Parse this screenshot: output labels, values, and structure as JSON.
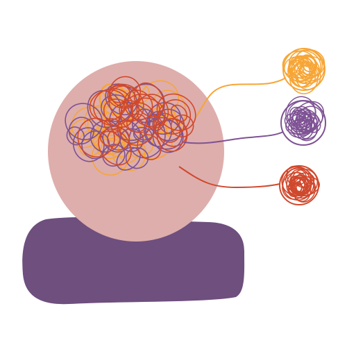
{
  "illustration": {
    "colors": {
      "background": "#ffffff",
      "head": "#deaeac",
      "shoulders": "#6e4f7e",
      "orange": "#f7a535",
      "purple": "#7e5294",
      "red": "#d0482c"
    },
    "tangles": [
      "orange",
      "purple",
      "red"
    ],
    "yarn_balls": [
      {
        "color": "orange"
      },
      {
        "color": "purple"
      },
      {
        "color": "red"
      }
    ]
  }
}
